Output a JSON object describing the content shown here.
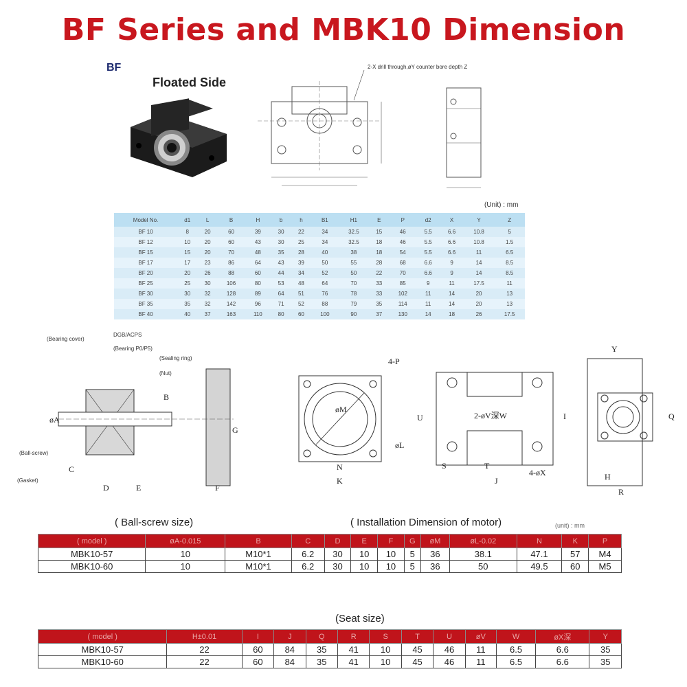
{
  "title": "BF Series and MBK10 Dimension",
  "bf_tag": "BF",
  "floated_side": "Floated Side",
  "drill_note": "2-X drill through,øY counter bore depth Z",
  "unit_mm": "(Unit) : mm",
  "bf_table": {
    "headers": [
      "Model No.",
      "d1",
      "L",
      "B",
      "H",
      "b",
      "h",
      "B1",
      "H1",
      "E",
      "P",
      "d2",
      "X",
      "Y",
      "Z"
    ],
    "rows": [
      [
        "BF 10",
        "8",
        "20",
        "60",
        "39",
        "30",
        "22",
        "34",
        "32.5",
        "15",
        "46",
        "5.5",
        "6.6",
        "10.8",
        "5"
      ],
      [
        "BF 12",
        "10",
        "20",
        "60",
        "43",
        "30",
        "25",
        "34",
        "32.5",
        "18",
        "46",
        "5.5",
        "6.6",
        "10.8",
        "1.5"
      ],
      [
        "BF 15",
        "15",
        "20",
        "70",
        "48",
        "35",
        "28",
        "40",
        "38",
        "18",
        "54",
        "5.5",
        "6.6",
        "11",
        "6.5"
      ],
      [
        "BF 17",
        "17",
        "23",
        "86",
        "64",
        "43",
        "39",
        "50",
        "55",
        "28",
        "68",
        "6.6",
        "9",
        "14",
        "8.5"
      ],
      [
        "BF 20",
        "20",
        "26",
        "88",
        "60",
        "44",
        "34",
        "52",
        "50",
        "22",
        "70",
        "6.6",
        "9",
        "14",
        "8.5"
      ],
      [
        "BF 25",
        "25",
        "30",
        "106",
        "80",
        "53",
        "48",
        "64",
        "70",
        "33",
        "85",
        "9",
        "11",
        "17.5",
        "11"
      ],
      [
        "BF 30",
        "30",
        "32",
        "128",
        "89",
        "64",
        "51",
        "76",
        "78",
        "33",
        "102",
        "11",
        "14",
        "20",
        "13"
      ],
      [
        "BF 35",
        "35",
        "32",
        "142",
        "96",
        "71",
        "52",
        "88",
        "79",
        "35",
        "114",
        "11",
        "14",
        "20",
        "13"
      ],
      [
        "BF 40",
        "40",
        "37",
        "163",
        "110",
        "80",
        "60",
        "100",
        "90",
        "37",
        "130",
        "14",
        "18",
        "26",
        "17.5"
      ]
    ]
  },
  "drawing_labels": {
    "bearing_cover": "(Bearing cover)",
    "bearing_type": "DGB/ACPS",
    "bearing_sub": "(Bearing P0/P5)",
    "sealing_ring": "(Sealing ring)",
    "nut": "(Nut)",
    "ball_screw": "(Ball-screw)",
    "gasket": "(Gasket)",
    "B": "B",
    "C": "C",
    "D": "D",
    "E": "E",
    "F": "F",
    "G": "G",
    "A": "øA",
    "four_p": "4-P",
    "phiM": "øM",
    "phiL": "øL",
    "N": "N",
    "K": "K",
    "Y": "Y",
    "two_v_w": "2-øV深W",
    "four_x": "4-øX",
    "S": "S",
    "T": "T",
    "J": "J",
    "U": "U",
    "R": "R",
    "H": "H",
    "Q": "Q",
    "I": "I"
  },
  "section_labels": {
    "ball_screw_size": "( Ball-screw size)",
    "installation": "( Installation Dimension of motor)",
    "unit2": "(unit) : mm",
    "seat_size": "(Seat size)"
  },
  "mbk_table": {
    "headers": [
      "( model )",
      "øA-0.015",
      "B",
      "C",
      "D",
      "E",
      "F",
      "G",
      "øM",
      "øL-0.02",
      "N",
      "K",
      "P"
    ],
    "rows": [
      [
        "MBK10-57",
        "10",
        "M10*1",
        "6.2",
        "30",
        "10",
        "10",
        "5",
        "36",
        "38.1",
        "47.1",
        "57",
        "M4"
      ],
      [
        "MBK10-60",
        "10",
        "M10*1",
        "6.2",
        "30",
        "10",
        "10",
        "5",
        "36",
        "50",
        "49.5",
        "60",
        "M5"
      ]
    ]
  },
  "seat_table": {
    "headers": [
      "( model )",
      "H±0.01",
      "I",
      "J",
      "Q",
      "R",
      "S",
      "T",
      "U",
      "øV",
      "W",
      "øX深",
      "Y"
    ],
    "rows": [
      [
        "MBK10-57",
        "22",
        "60",
        "84",
        "35",
        "41",
        "10",
        "45",
        "46",
        "11",
        "6.5",
        "6.6",
        "35"
      ],
      [
        "MBK10-60",
        "22",
        "60",
        "84",
        "35",
        "41",
        "10",
        "45",
        "46",
        "11",
        "6.5",
        "6.6",
        "35"
      ]
    ]
  }
}
